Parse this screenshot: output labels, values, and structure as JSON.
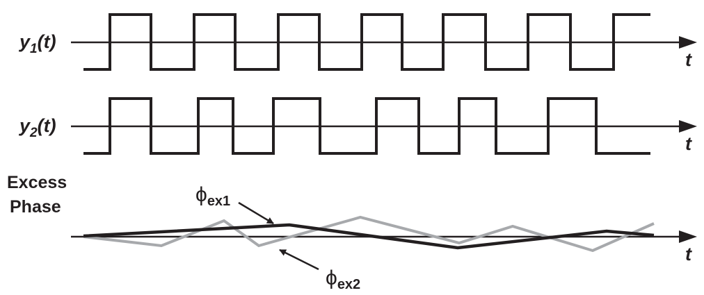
{
  "signals": {
    "y1": {
      "name": "y",
      "sub": "1",
      "arg": "(t)"
    },
    "y2": {
      "name": "y",
      "sub": "2",
      "arg": "(t)"
    }
  },
  "axis_label": "t",
  "excess_phase": {
    "line1": "Excess",
    "line2": "Phase"
  },
  "phi_ex1": {
    "symbol": "ϕ",
    "sub": "ex1"
  },
  "phi_ex2": {
    "symbol": "ϕ",
    "sub": "ex2"
  },
  "colors": {
    "ink": "#231f20",
    "phi_ex2_gray": "#a7a9ac"
  }
}
